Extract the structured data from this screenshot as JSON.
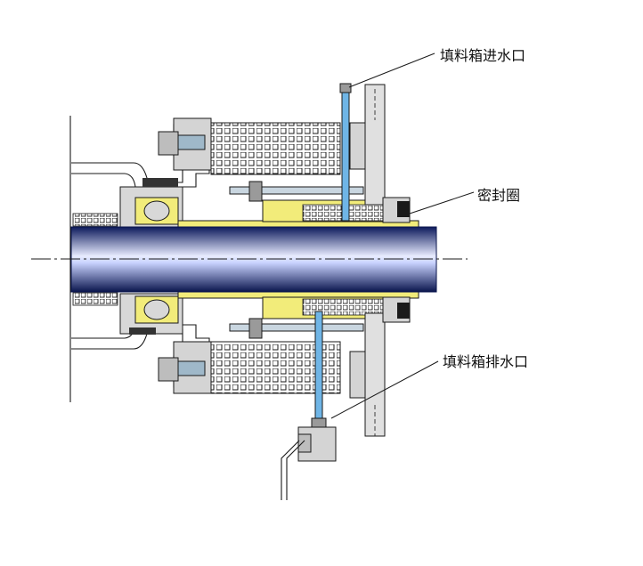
{
  "labels": {
    "inlet": "填料箱进水口",
    "seal": "密封圈",
    "outlet": "填料箱排水口"
  },
  "colors": {
    "steel": "#d8d8d8",
    "steel_dark": "#8a8a8a",
    "yellow": "#f2ec7a",
    "blue_pipe": "#6fb5e6",
    "shaft_dark": "#1a2a7a",
    "shaft_light": "#e6ebff",
    "line": "#1a1a1a"
  }
}
